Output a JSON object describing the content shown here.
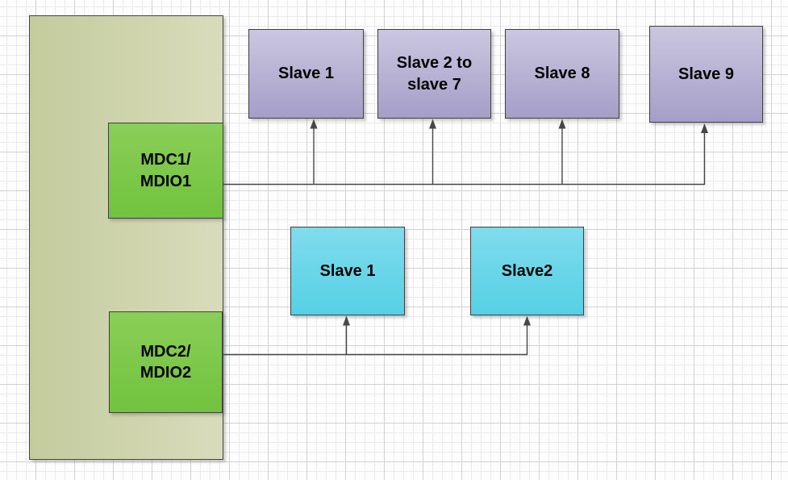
{
  "diagram": {
    "bus1": {
      "port_label": "MDC1/\nMDIO1",
      "slaves": [
        "Slave 1",
        "Slave 2 to slave 7",
        "Slave 8",
        "Slave 9"
      ]
    },
    "bus2": {
      "port_label": "MDC2/\nMDIO2",
      "slaves": [
        "Slave 1",
        "Slave2"
      ]
    },
    "colors": {
      "master_fill_left": "#c4cb9d",
      "master_fill_right": "#d8dcbb",
      "port_fill_top": "#8ace58",
      "port_fill_bottom": "#71c33e",
      "bus1_slave_fill_top": "#cbc7e0",
      "bus1_slave_fill_bottom": "#a59ec8",
      "bus2_slave_fill_top": "#7fdcec",
      "bus2_slave_fill_bottom": "#56d0e5",
      "shape_border": "#3f3f3f",
      "connector": "#474747",
      "grid_minor": "#eaeaea",
      "grid_major": "#d2d2d2"
    }
  }
}
